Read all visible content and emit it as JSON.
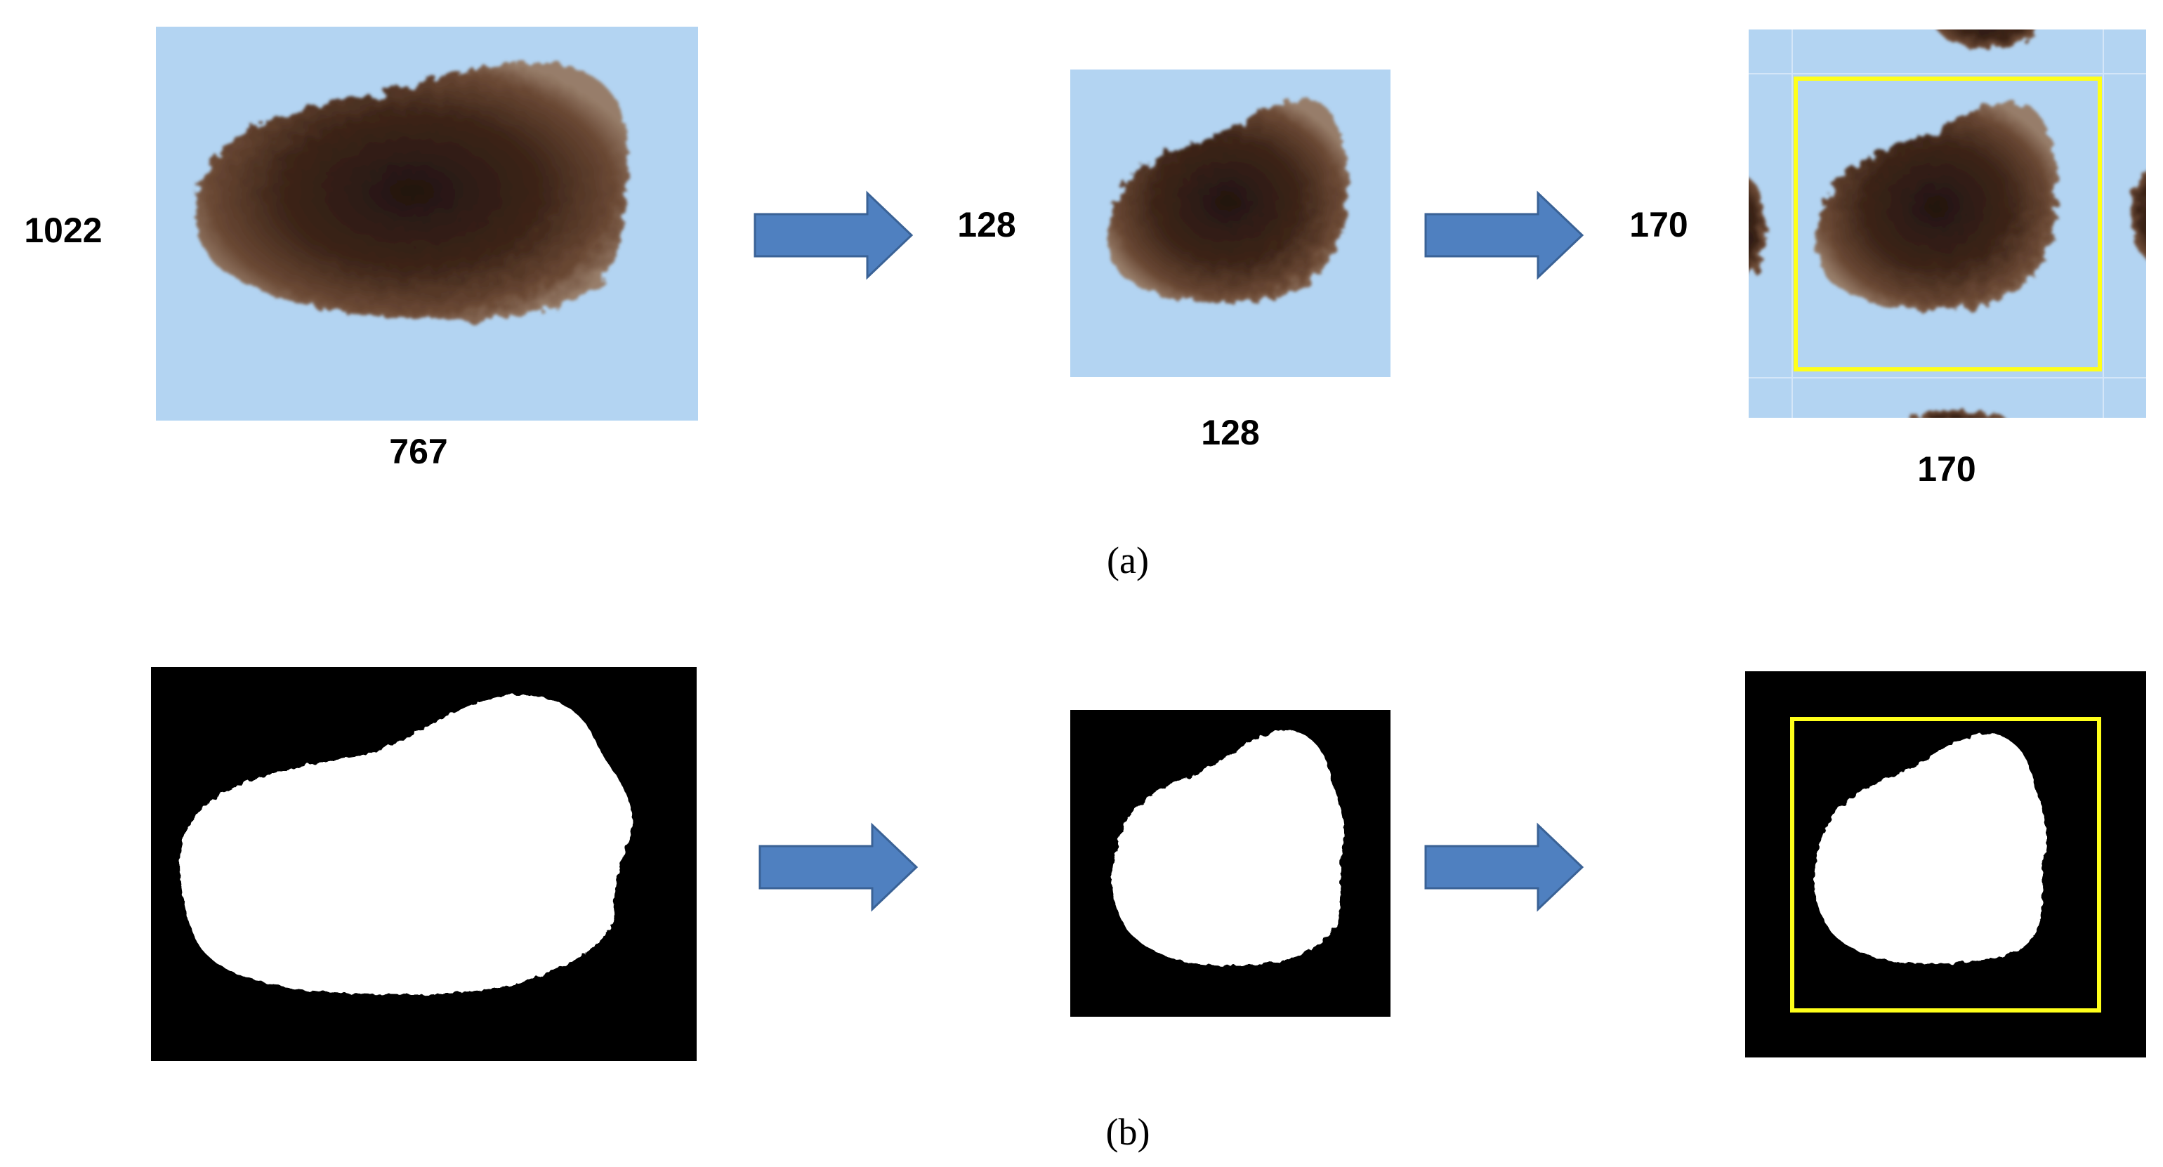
{
  "row_a": {
    "caption": "(a)",
    "original": {
      "height_label": "1022",
      "width_label": "767"
    },
    "resized": {
      "height_label": "128",
      "width_label": "128"
    },
    "padded": {
      "height_label": "170",
      "width_label": "170"
    }
  },
  "row_b": {
    "caption": "(b)"
  },
  "colors": {
    "skin_background": "#b3d4f2",
    "lesion_dark": "#2c1a13",
    "lesion_mid": "#5a3a2a",
    "lesion_edge": "#8b6a52",
    "mask_background": "#000000",
    "mask_lesion": "#ffffff",
    "crop_box": "#ffff1a",
    "arrow_fill": "#4f80c0",
    "arrow_stroke": "#3a6296"
  },
  "icons": {
    "arrow": "right-arrow-icon"
  }
}
